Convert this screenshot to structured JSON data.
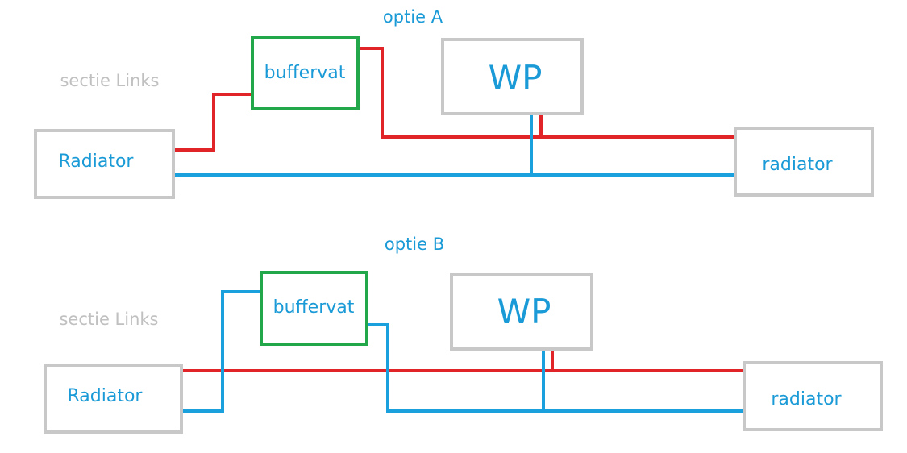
{
  "colors": {
    "hot": "#e02428",
    "cold": "#1aa0dc",
    "buffer_border": "#22a84a",
    "box_border": "#c8c8c8",
    "label": "#1a9ad6",
    "section_label": "#c0c0c0"
  },
  "options": [
    {
      "title": "optie A",
      "section_label": "sectie Links",
      "left_radiator": "Radiator",
      "buffer": "buffervat",
      "heat_pump": "WP",
      "right_radiator": "radiator"
    },
    {
      "title": "optie B",
      "section_label": "sectie Links",
      "left_radiator": "Radiator",
      "buffer": "buffervat",
      "heat_pump": "WP",
      "right_radiator": "radiator"
    }
  ]
}
